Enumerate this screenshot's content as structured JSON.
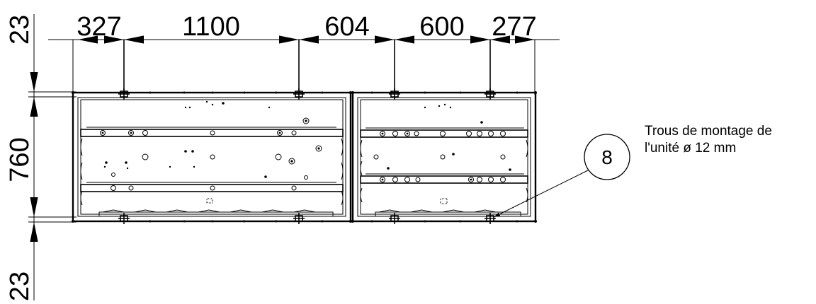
{
  "dimensions": {
    "top": [
      "327",
      "1100",
      "604",
      "600",
      "277"
    ],
    "left_top": "23",
    "left_middle": "760",
    "left_bottom": "23"
  },
  "callout": {
    "number": "8",
    "label_line1": "Trous de montage de",
    "label_line2": "l'unité ø 12 mm"
  }
}
